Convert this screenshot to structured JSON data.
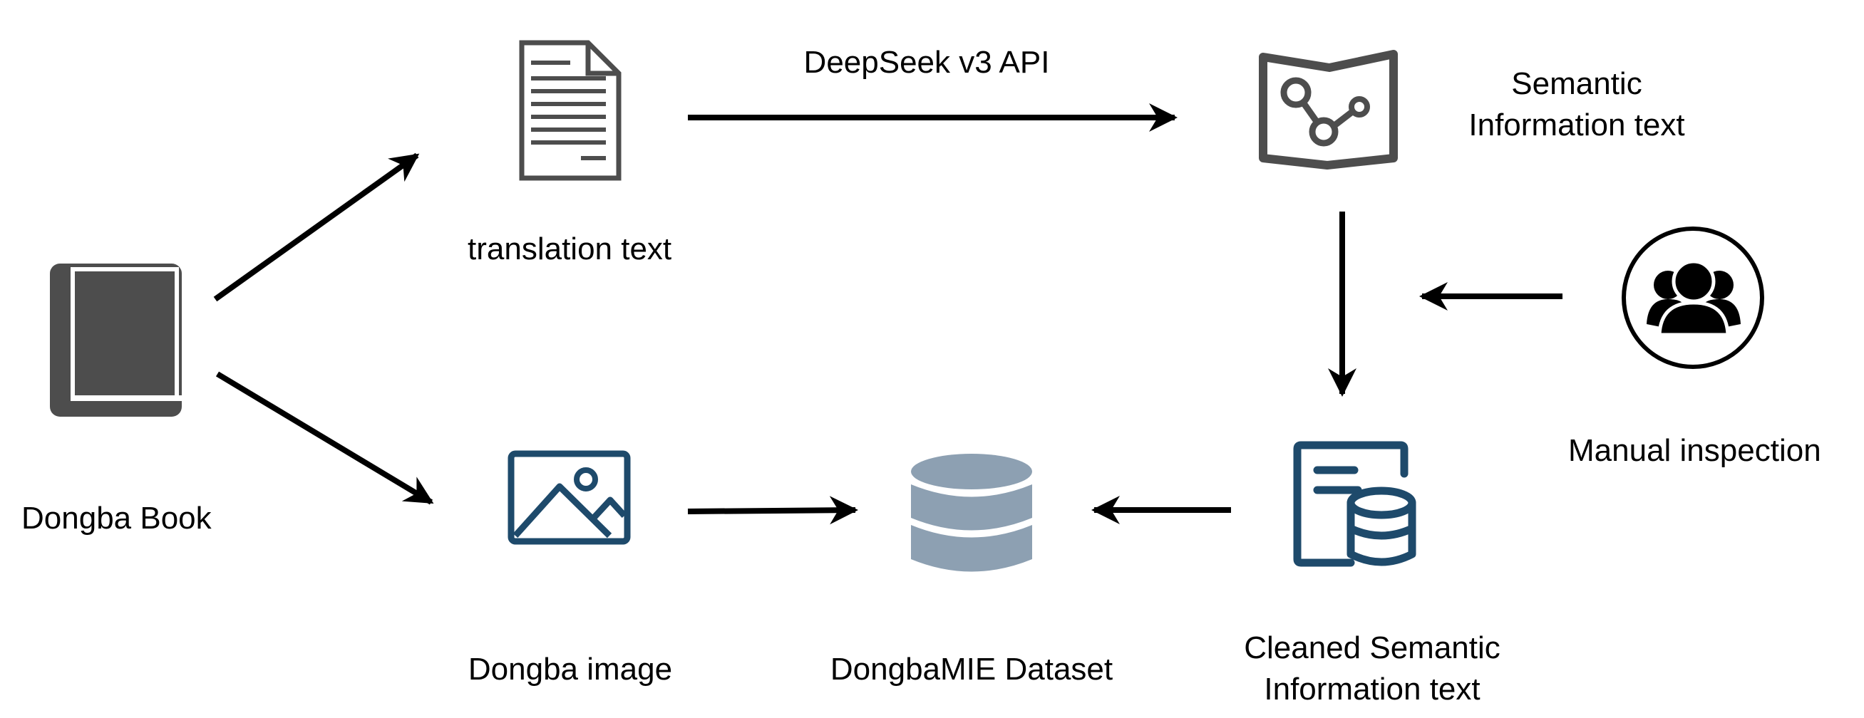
{
  "labels": {
    "book": "Dongba Book",
    "translation": "translation text",
    "api": "DeepSeek v3 API",
    "semantic_line1": "Semantic",
    "semantic_line2": "Information text",
    "manual": "Manual inspection",
    "image": "Dongba image",
    "dataset": "DongbaMIE Dataset",
    "cleaned_line1": "Cleaned Semantic",
    "cleaned_line2": "Information text"
  },
  "icons": {
    "book": "book-icon",
    "translation": "document-icon",
    "semantic": "map-graph-icon",
    "manual": "people-group-icon",
    "image": "picture-icon",
    "dataset": "database-icon",
    "cleaned": "file-database-icon"
  },
  "colors": {
    "dark_gray": "#4d4d4d",
    "navy": "#1e4a6b",
    "slate": "#8da0b2",
    "arrow": "#000000"
  }
}
